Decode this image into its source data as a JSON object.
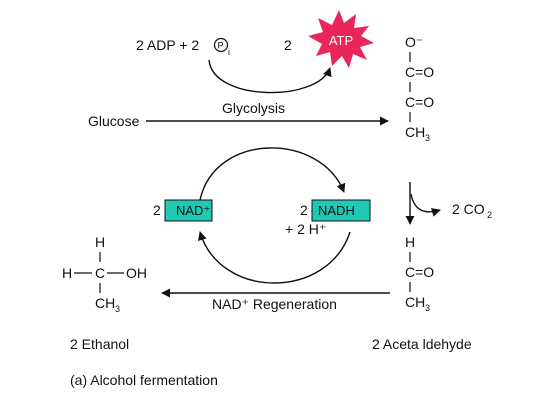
{
  "colors": {
    "line": "#111111",
    "box_fill": "#20c9b4",
    "starburst_fill": "#e8265a",
    "atp_text": "#ffffff"
  },
  "atp_synthesis": {
    "inputs": "2 ADP + 2",
    "phosphate_symbol": "P",
    "phosphate_subscript": "i",
    "output_coefficient": "2",
    "output": "ATP"
  },
  "glycolysis": {
    "substrate": "Glucose",
    "process_label": "Glycolysis"
  },
  "pyruvate": {
    "oxygen_minus": "O⁻",
    "carbonyl_1": "C=O",
    "carbonyl_2": "C=O",
    "methyl": "CH",
    "methyl_subscript": "3"
  },
  "nad_cycle": {
    "nad_coefficient": "2",
    "nad_label": "NAD⁺",
    "nadh_coefficient": "2",
    "nadh_label": "NADH",
    "proton_label": "+ 2 H⁺"
  },
  "decarboxylation": {
    "co2_label": "2 CO",
    "co2_subscript": "2"
  },
  "acetaldehyde": {
    "hydrogen": "H",
    "carbonyl": "C=O",
    "methyl": "CH",
    "methyl_subscript": "3",
    "caption": "2 Aceta ldehyde"
  },
  "ethanol": {
    "top_h": "H",
    "left_h": "H",
    "center_c": "C",
    "hydroxyl": "OH",
    "methyl": "CH",
    "methyl_subscript": "3",
    "caption": "2 Ethanol"
  },
  "regeneration": {
    "label": "NAD⁺ Regeneration"
  },
  "figure_caption": "(a) Alcohol fermentation"
}
